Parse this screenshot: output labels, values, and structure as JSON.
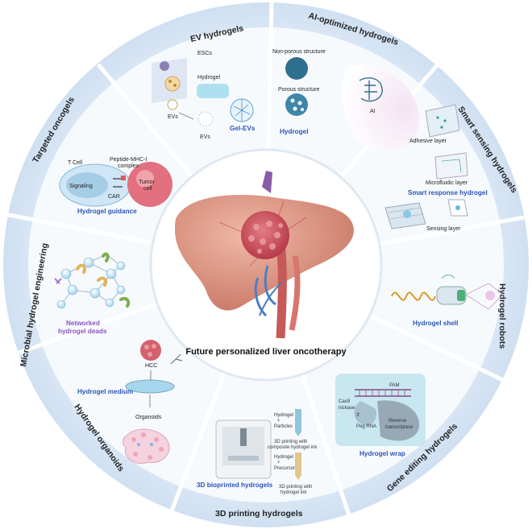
{
  "center": {
    "title": "Future personalized liver oncotherapy"
  },
  "segments": [
    "EV hydrogels",
    "AI-optimized hydrogels",
    "Smart sensing hydrogels",
    "Hydrogel robots",
    "Gene editing hydrogels",
    "3D printing hydrogels",
    "Hydrogel organoids",
    "Microbial hydrogel engineering",
    "Targeted oncogels"
  ],
  "panels": {
    "ev": {
      "escs": "ESCs",
      "hydrogel": "Hydrogel",
      "evs1": "EVs",
      "evs2": "EVs",
      "gel_evs": "Gel-EVs"
    },
    "ai": {
      "non_porous": "Non-porous structure",
      "porous": "Porous structure",
      "hydrogel": "Hydrogel",
      "ai": "AI"
    },
    "sensing": {
      "adhesive": "Adhesive layer",
      "microfluidic": "Microfluidic layer",
      "smart": "Smart response hydrogel",
      "sensing": "Sensing layer"
    },
    "robots": {
      "shell": "Hydrogel shell"
    },
    "gene": {
      "pam": "PAM",
      "cas9": "Cas9",
      "nickase": "nickase",
      "three_prime": "3'",
      "peg": "Peg RNA",
      "reverse": "Reverse",
      "transcriptase": "transcriptase",
      "wrap": "Hydrogel wrap"
    },
    "printing": {
      "hydrogel1": "Hydrogel",
      "plus1": "+",
      "particles": "Particles",
      "print1a": "3D printing with",
      "print1b": "composite hydrogel ink",
      "hydrogel2": "Hydrogel",
      "plus2": "+",
      "precursor": "Precursor",
      "print2a": "3D printing with",
      "print2b": "hydrogel ink",
      "title": "3D bioprinted hydrogels"
    },
    "organoids": {
      "hcc": "HCC",
      "medium": "Hydrogel medium",
      "organoids": "Organoids"
    },
    "microbial": {
      "line1": "Networked",
      "line2": "hydrogel deads"
    },
    "targeted": {
      "tcell": "T Cell",
      "peptide1": "Peptide-MHC-I",
      "peptide2": "complex",
      "signaling": "Signaling",
      "car": "CAR",
      "tumor1": "Tumor",
      "tumor2": "cell",
      "guidance": "Hydrogel guidance"
    }
  },
  "colors": {
    "ring": "#d8e7f5",
    "inner": "#eef4fb",
    "divider": "#ffffff",
    "blue_label": "#2a55b8",
    "purple_label": "#8a56c2",
    "liver": "#d98f7c",
    "tumor": "#c9505b"
  }
}
